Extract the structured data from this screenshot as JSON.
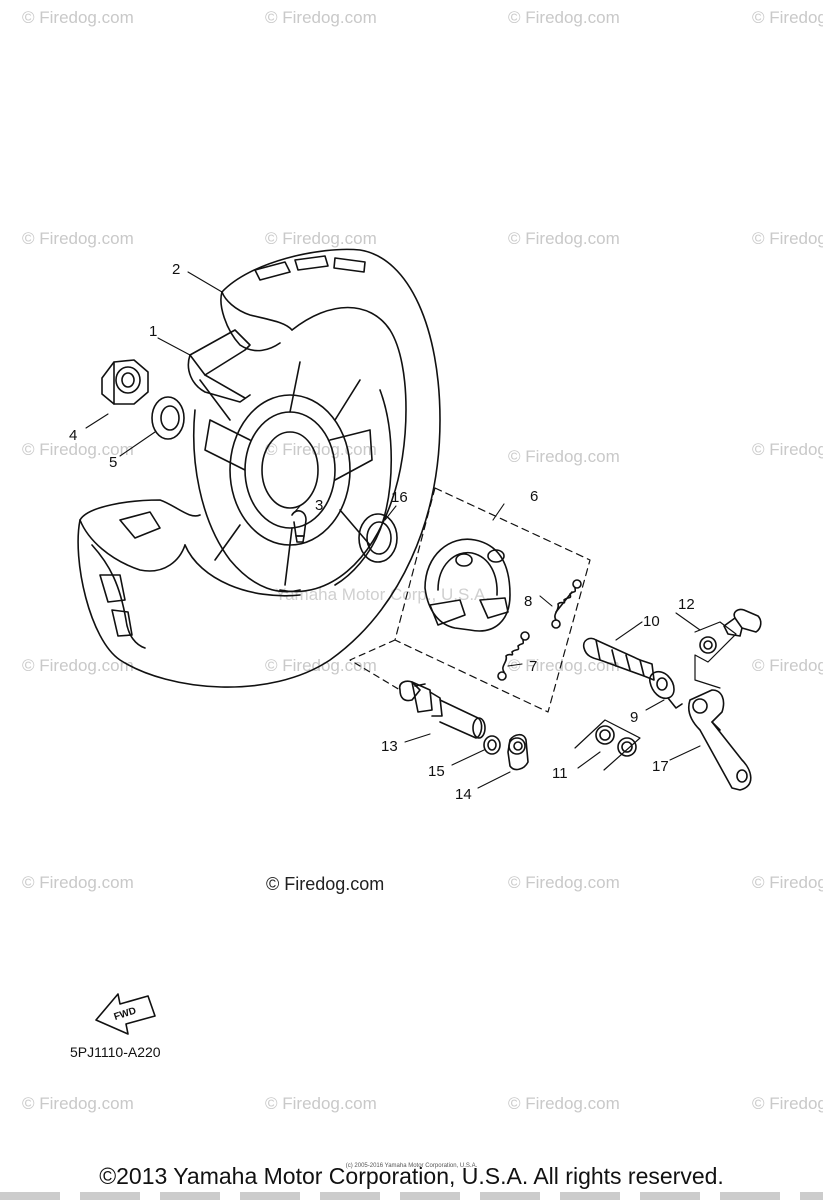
{
  "watermark_text": "© Firedog.com",
  "callouts": [
    "1",
    "2",
    "3",
    "4",
    "5",
    "6",
    "7",
    "8",
    "9",
    "10",
    "11",
    "12",
    "13",
    "14",
    "15",
    "16",
    "17"
  ],
  "center_mark": "© Firedog.com",
  "overlay_text": "Yamaha Motor Corp., U.S.A.",
  "fwd_label": "FWD",
  "part_code": "5PJ1110-A220",
  "tiny_copyright": "(c) 2005-2016 Yamaha Motor Corporation, U.S.A.",
  "copyright": "©2013 Yamaha Motor Corporation, U.S.A. All rights reserved.",
  "colors": {
    "line": "#111111",
    "watermark": "#c9c9c9"
  }
}
